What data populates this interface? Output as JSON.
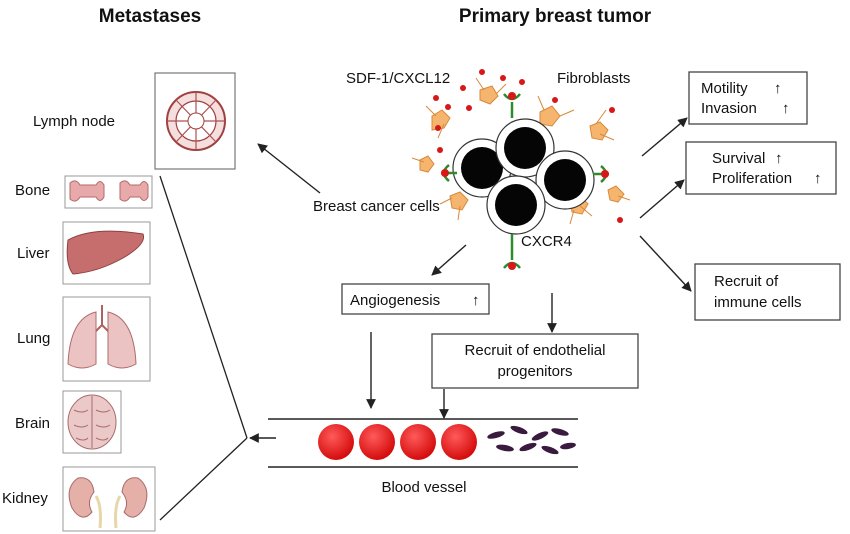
{
  "headings": {
    "metastases": "Metastases",
    "primary": "Primary breast tumor"
  },
  "organs": [
    "Lymph node",
    "Bone",
    "Liver",
    "Lung",
    "Brain",
    "Kidney"
  ],
  "labels": {
    "sdf1": "SDF-1/CXCL12",
    "fibroblasts": "Fibroblasts",
    "cancer_cells": "Breast cancer cells",
    "cxcr4": "CXCR4",
    "blood_vessel": "Blood vessel"
  },
  "effects": {
    "motility": "Motility",
    "invasion": "Invasion",
    "survival": "Survival",
    "proliferation": "Proliferation",
    "recruit_immune_1": "Recruit of",
    "recruit_immune_2": "immune cells",
    "angiogenesis": "Angiogenesis",
    "endothelial_1": "Recruit of endothelial",
    "endothelial_2": "progenitors"
  },
  "up_arrow": "↑",
  "colors": {
    "red_cell": "#e31414",
    "fibroblast": "#f0a050",
    "receptor": "#2e8b2e",
    "ligand": "#d81818",
    "organ": "#c97b7b"
  }
}
